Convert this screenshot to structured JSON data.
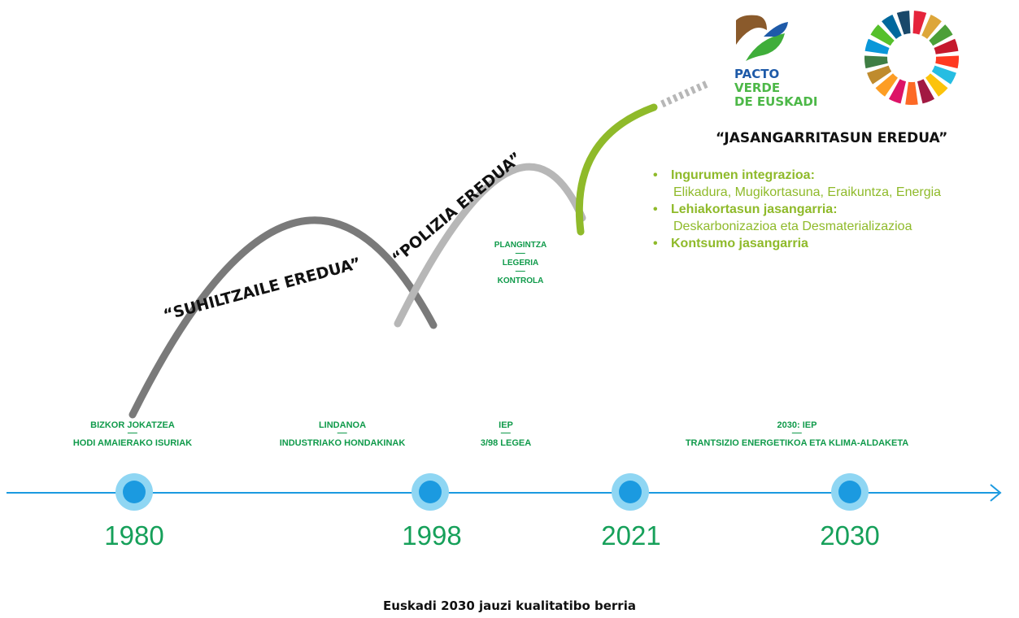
{
  "models": {
    "suhiltzaile": "“SUHILTZAILE EREDUA”",
    "polizia": "“POLIZIA EREDUA”",
    "jasangarritasun": "“JASANGARRITASUN EREDUA”"
  },
  "policy_tools": [
    "PLANGINTZA",
    "LEGERIA",
    "KONTROLA"
  ],
  "milestones": [
    {
      "year": "1980",
      "top": "BIZKOR JOKATZEA",
      "bottom": "HODI AMAIERAKO ISURIAK"
    },
    {
      "year": "1998",
      "top": "LINDANOA",
      "bottom": "INDUSTRIAKO HONDAKINAK"
    },
    {
      "year": "2021",
      "top": "IEP",
      "bottom": "3/98 LEGEA"
    },
    {
      "year": "2030",
      "top": "2030: IEP",
      "bottom": "TRANTSIZIO ENERGETIKOA ETA KLIMA-ALDAKETA"
    }
  ],
  "sustainability_points": [
    {
      "title": "Ingurumen integrazioa:",
      "detail": "Elikadura, Mugikortasuna, Eraikuntza, Energia"
    },
    {
      "title": "Lehiakortasun jasangarria:",
      "detail": "Deskarbonizazioa eta Desmaterializazioa"
    },
    {
      "title": "Kontsumo jasangarria",
      "detail": ""
    }
  ],
  "logo": {
    "line1": "PACTO",
    "line2": "VERDE",
    "line3": "DE EUSKADI"
  },
  "caption": "Euskadi 2030 jauzi kualitatibo berria",
  "colors": {
    "timeline": "#1b9ae0",
    "dot_halo": "#8fd6f3",
    "curve_dark": "#7a7a7a",
    "curve_light": "#b7b7b7",
    "curve_green": "#8fba2a",
    "text_green": "#0f9a4a",
    "bullet_green": "#8fba2a"
  }
}
